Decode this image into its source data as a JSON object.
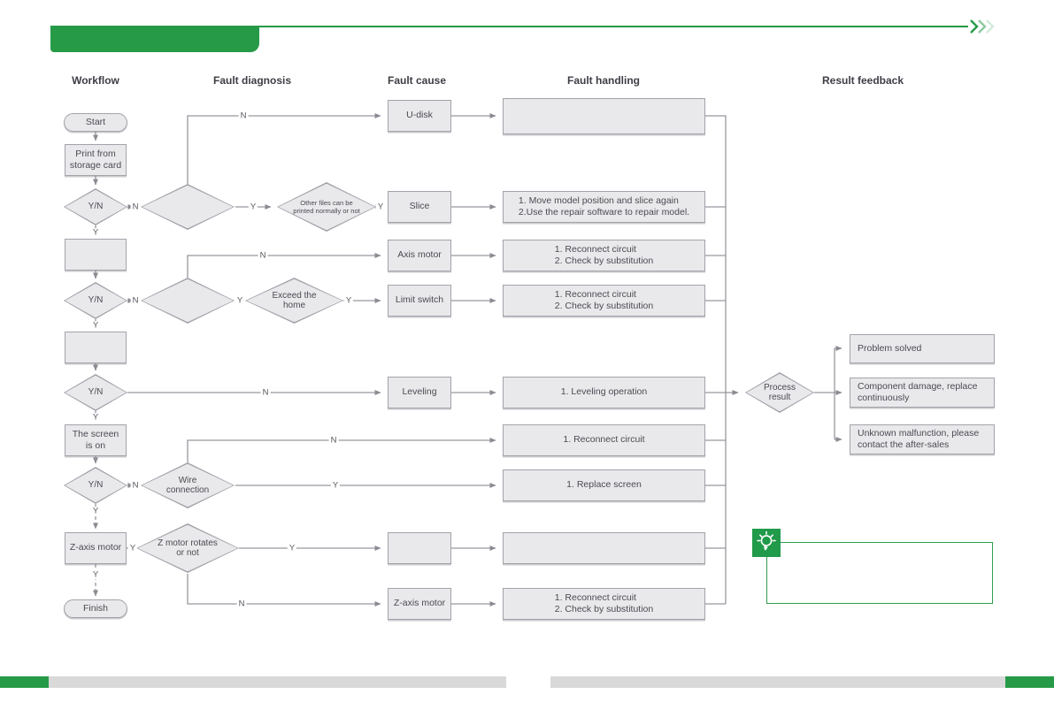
{
  "colors": {
    "accent_green": "#279a47",
    "node_fill": "#e9e9ec",
    "node_border": "#a2a2aa",
    "connector": "#97979f",
    "bar_gray": "#d9d9d9"
  },
  "column_headers": [
    "Workflow",
    "Fault diagnosis",
    "Fault cause",
    "Fault handling",
    "Result feedback"
  ],
  "edge_labels": {
    "yes": "Y",
    "no": "N"
  },
  "workflow": {
    "start": "Start",
    "print_from_storage": "Print from\nstorage card",
    "decision": "Y/N",
    "empty_box_1": "",
    "empty_box_2": "",
    "screen_is_on": "The screen\nis on",
    "z_axis_motor": "Z-axis motor",
    "finish": "Finish"
  },
  "diagnosis": {
    "empty_diamond_1": "",
    "other_files": "Other files can be\nprinted normally or not",
    "empty_diamond_2": "",
    "exceed_the_home": "Exceed the\nhome",
    "wire_connection": "Wire\nconnection",
    "z_motor_rotates": "Z motor rotates\nor not"
  },
  "fault_cause": {
    "u_disk": "U-disk",
    "slice": "Slice",
    "axis_motor": "Axis motor",
    "limit_switch": "Limit switch",
    "leveling": "Leveling",
    "empty": "",
    "z_axis_motor": "Z-axis motor"
  },
  "fault_handling": {
    "row1": "",
    "row2": "1. Move model position and slice again\n2.Use the repair software to repair model.",
    "row3": "1. Reconnect circuit\n2. Check by substitution",
    "row4": "1. Reconnect circuit\n2. Check by substitution",
    "row5": "1. Leveling operation",
    "row6": "1. Reconnect circuit",
    "row7": "1. Replace screen",
    "row8": "",
    "row9": "1. Reconnect circuit\n2. Check by substitution"
  },
  "result_feedback": {
    "process_result": "Process\nresult",
    "items": [
      "Problem solved",
      "Component damage, replace\ncontinuously",
      "Unknown malfunction, please\ncontact the after-sales"
    ]
  }
}
